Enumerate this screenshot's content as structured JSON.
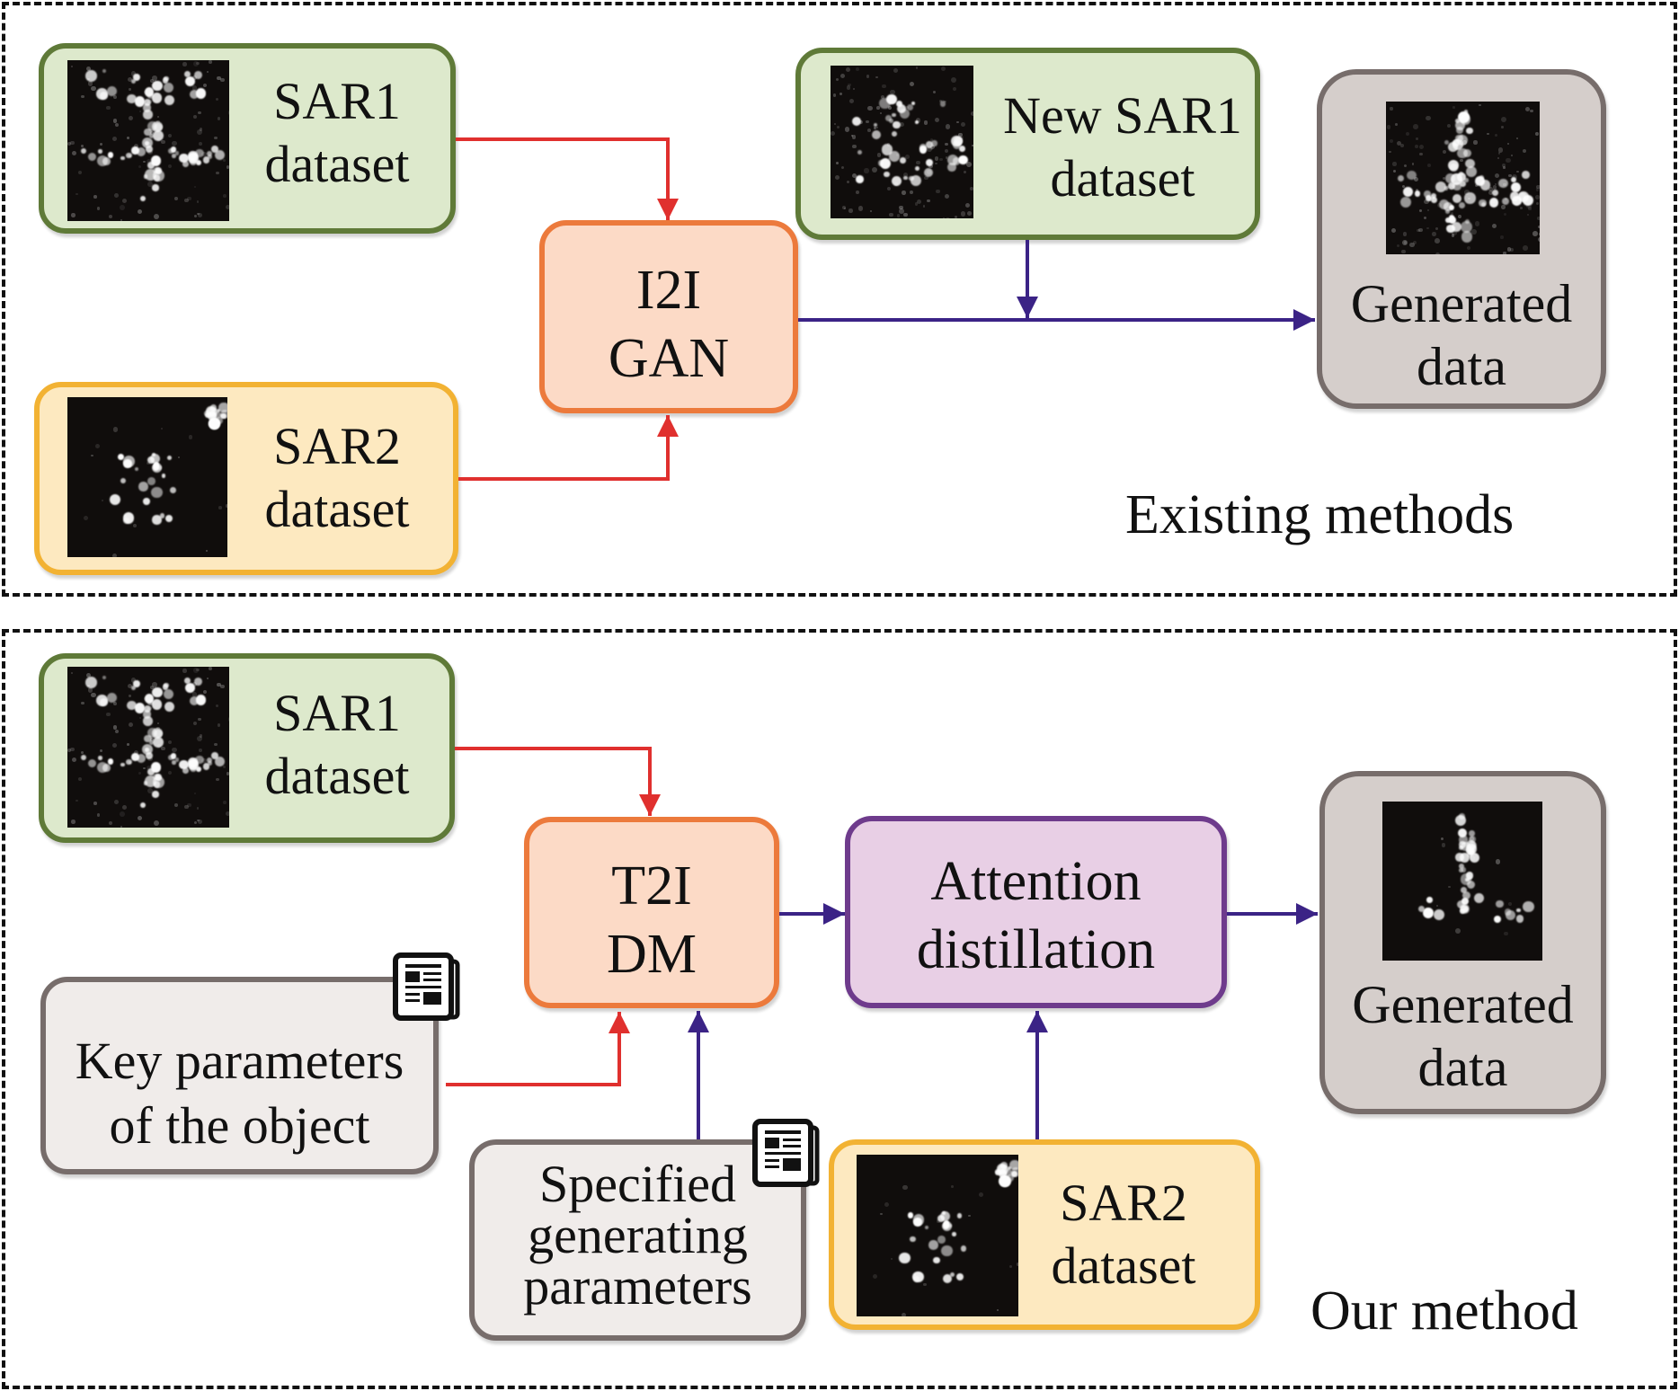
{
  "figure": {
    "type": "flow-diagram-comparison",
    "colors": {
      "red_arrow": "#e0302e",
      "purple_arrow": "#3b2386",
      "green_box": "#dde9cc",
      "yellow_box": "#fde9c0",
      "orange_box": "#fcdac6",
      "purple_box": "#e8cfe5",
      "grey_box": "#d5cecb"
    }
  },
  "existing_methods": {
    "caption": "Existing methods",
    "sar1": {
      "line1": "SAR1",
      "line2": "dataset",
      "image": "sar-image"
    },
    "sar2": {
      "line1": "SAR2",
      "line2": "dataset",
      "image": "sar-image"
    },
    "model": {
      "line1": "I2I",
      "line2": "GAN"
    },
    "new_sar1": {
      "line1": "New SAR1",
      "line2": "dataset",
      "image": "sar-image"
    },
    "output": {
      "line1": "Generated",
      "line2": "data",
      "image": "sar-image"
    },
    "edges": [
      {
        "from": "SAR1 dataset",
        "to": "I2I GAN",
        "color": "red"
      },
      {
        "from": "SAR2 dataset",
        "to": "I2I GAN",
        "color": "red"
      },
      {
        "from": "I2I GAN",
        "to": "Generated data",
        "color": "purple"
      },
      {
        "from": "New SAR1 dataset",
        "to": "I2I GAN → Generated data",
        "color": "purple"
      }
    ]
  },
  "our_method": {
    "caption": "Our method",
    "sar1": {
      "line1": "SAR1",
      "line2": "dataset",
      "image": "sar-image"
    },
    "key_params": {
      "line1": "Key parameters",
      "line2": "of the object",
      "icon": "document-icon"
    },
    "specified_params": {
      "line1": "Specified",
      "line2": "generating",
      "line3": "parameters",
      "icon": "document-icon"
    },
    "model": {
      "line1": "T2I",
      "line2": "DM"
    },
    "distill": {
      "line1": "Attention",
      "line2": "distillation"
    },
    "sar2": {
      "line1": "SAR2",
      "line2": "dataset",
      "image": "sar-image"
    },
    "output": {
      "line1": "Generated",
      "line2": "data",
      "image": "sar-image"
    },
    "edges": [
      {
        "from": "SAR1 dataset",
        "to": "T2I DM",
        "color": "red"
      },
      {
        "from": "Key parameters of the object",
        "to": "T2I DM",
        "color": "red"
      },
      {
        "from": "Specified generating parameters",
        "to": "T2I DM",
        "color": "purple"
      },
      {
        "from": "T2I DM",
        "to": "Attention distillation",
        "color": "purple"
      },
      {
        "from": "SAR2 dataset",
        "to": "Attention distillation",
        "color": "purple"
      },
      {
        "from": "Attention distillation",
        "to": "Generated data",
        "color": "purple"
      }
    ]
  }
}
